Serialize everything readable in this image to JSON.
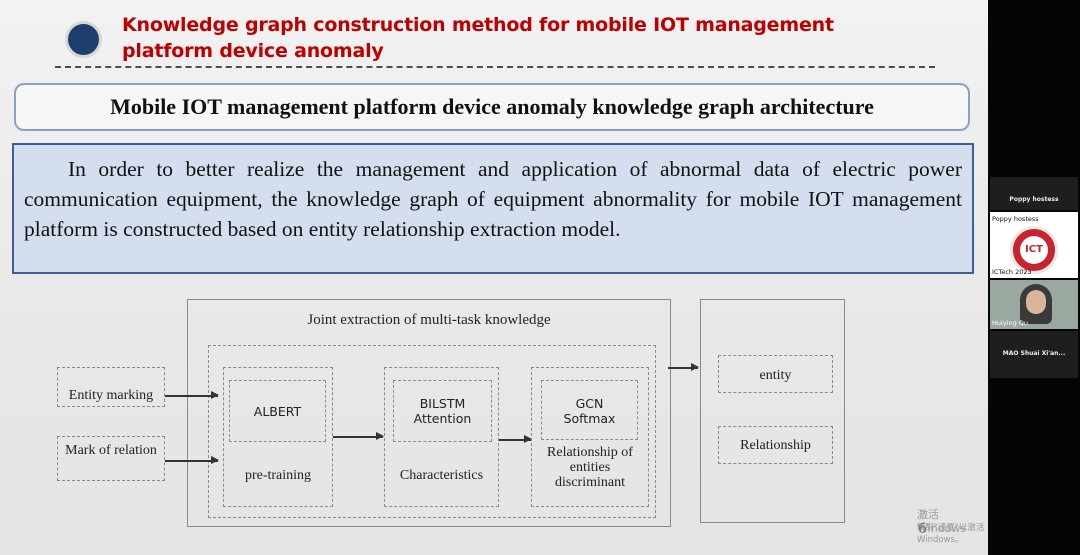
{
  "slide": {
    "title": "Knowledge graph construction method for mobile IOT management platform device anomaly",
    "subtitle": "Mobile IOT management platform device anomaly knowledge graph architecture",
    "paragraph": "In order to better realize the management and application of abnormal data of electric power communication equipment, the knowledge graph of equipment abnormality for mobile IOT management platform is constructed based on entity relationship extraction model.",
    "page_number": "6"
  },
  "diagram": {
    "outer_title": "Joint extraction of multi-task knowledge",
    "inputs": [
      "Entity marking",
      "Mark of relation"
    ],
    "modules": [
      {
        "top": "ALBERT",
        "bottom": "pre-training"
      },
      {
        "top": "BILSTM Attention",
        "bottom": "Characteristics"
      },
      {
        "top": "GCN Softmax",
        "bottom": "Relationship of entities discriminant"
      }
    ],
    "outputs": [
      "entity",
      "Relationship"
    ]
  },
  "watermark": {
    "line1": "激活 Windows",
    "line2": "转到\"设置\"以激活 Windows。"
  },
  "participants": [
    {
      "name": "Poppy hostess",
      "label": "Poppy hostess",
      "video": false
    },
    {
      "name": "ICTech 2023",
      "label": "Poppy hostess",
      "video": "logo"
    },
    {
      "name": "Huiying Qu",
      "video": true
    },
    {
      "name": "MAO Shuai Xi'an...",
      "video": false
    }
  ],
  "colors": {
    "title": "#c00000",
    "bullet": "#1f3e6e",
    "text_box_fill": "#d5deee",
    "text_box_border": "#3d5f97",
    "subtitle_border": "#8c9fc4"
  }
}
